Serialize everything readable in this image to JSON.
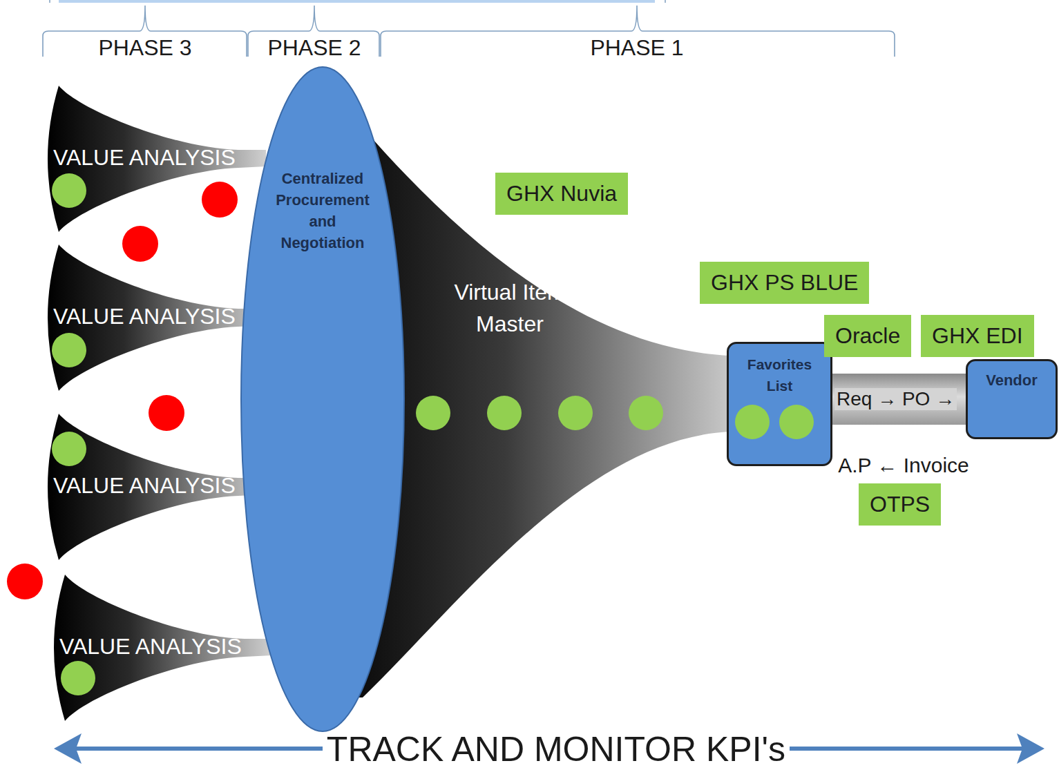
{
  "diagram": {
    "nodes": [
      {
        "text": [
          "VALUE ANALYSIS"
        ]
      },
      {
        "text": [
          "VALUE ANALYSIS"
        ]
      },
      {
        "text": [
          "VALUE ANALYSIS"
        ]
      },
      {
        "text": [
          "VALUE ANALYSIS"
        ]
      },
      {
        "text": [
          "Centralized Procurement and Negotiation"
        ]
      },
      {
        "text": [
          "GHX Nuvia"
        ]
      },
      {
        "text": [
          "Virtual Item Master"
        ]
      },
      {
        "text": [
          "GHX PS BLUE"
        ]
      },
      {
        "text": [
          "Favorites List"
        ]
      },
      {
        "text": [
          "Oracle"
        ]
      },
      {
        "text": [
          "GHX EDI"
        ]
      },
      {
        "text": [
          "Vendor"
        ]
      },
      {
        "text": [
          "OTPS"
        ]
      }
    ],
    "edges": [
      {
        "from": 8,
        "to": 11,
        "arrow": "none",
        "label": "Req → PO →"
      }
    ],
    "labels": [
      "PHASE 3",
      "PHASE 2",
      "PHASE 1",
      "A.P ← Invoice",
      "TRACK AND MONITOR KPI's"
    ]
  }
}
